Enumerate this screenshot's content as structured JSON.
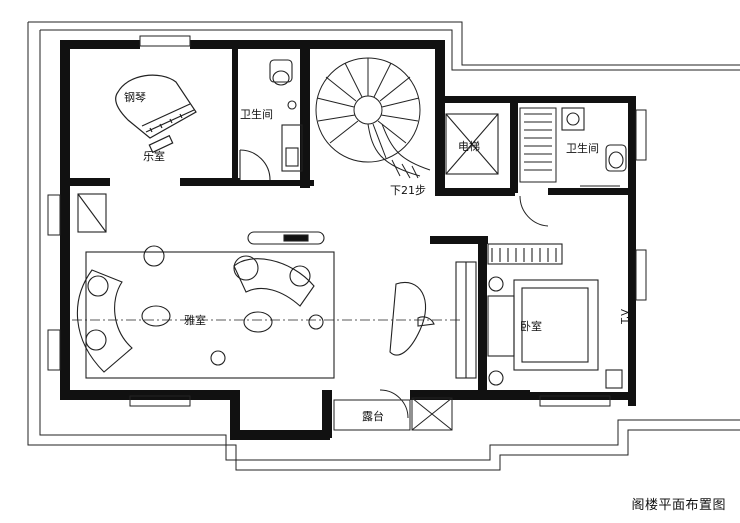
{
  "caption": "阁楼平面布置图",
  "rooms": {
    "music_room": "乐室",
    "piano": "钢琴",
    "bathroom_left": "卫生间",
    "elevator": "电梯",
    "bathroom_right": "卫生间",
    "stairs_note": "下21步",
    "lounge": "雅室",
    "bedroom": "卧室",
    "terrace": "露台",
    "tv": "T.V"
  }
}
